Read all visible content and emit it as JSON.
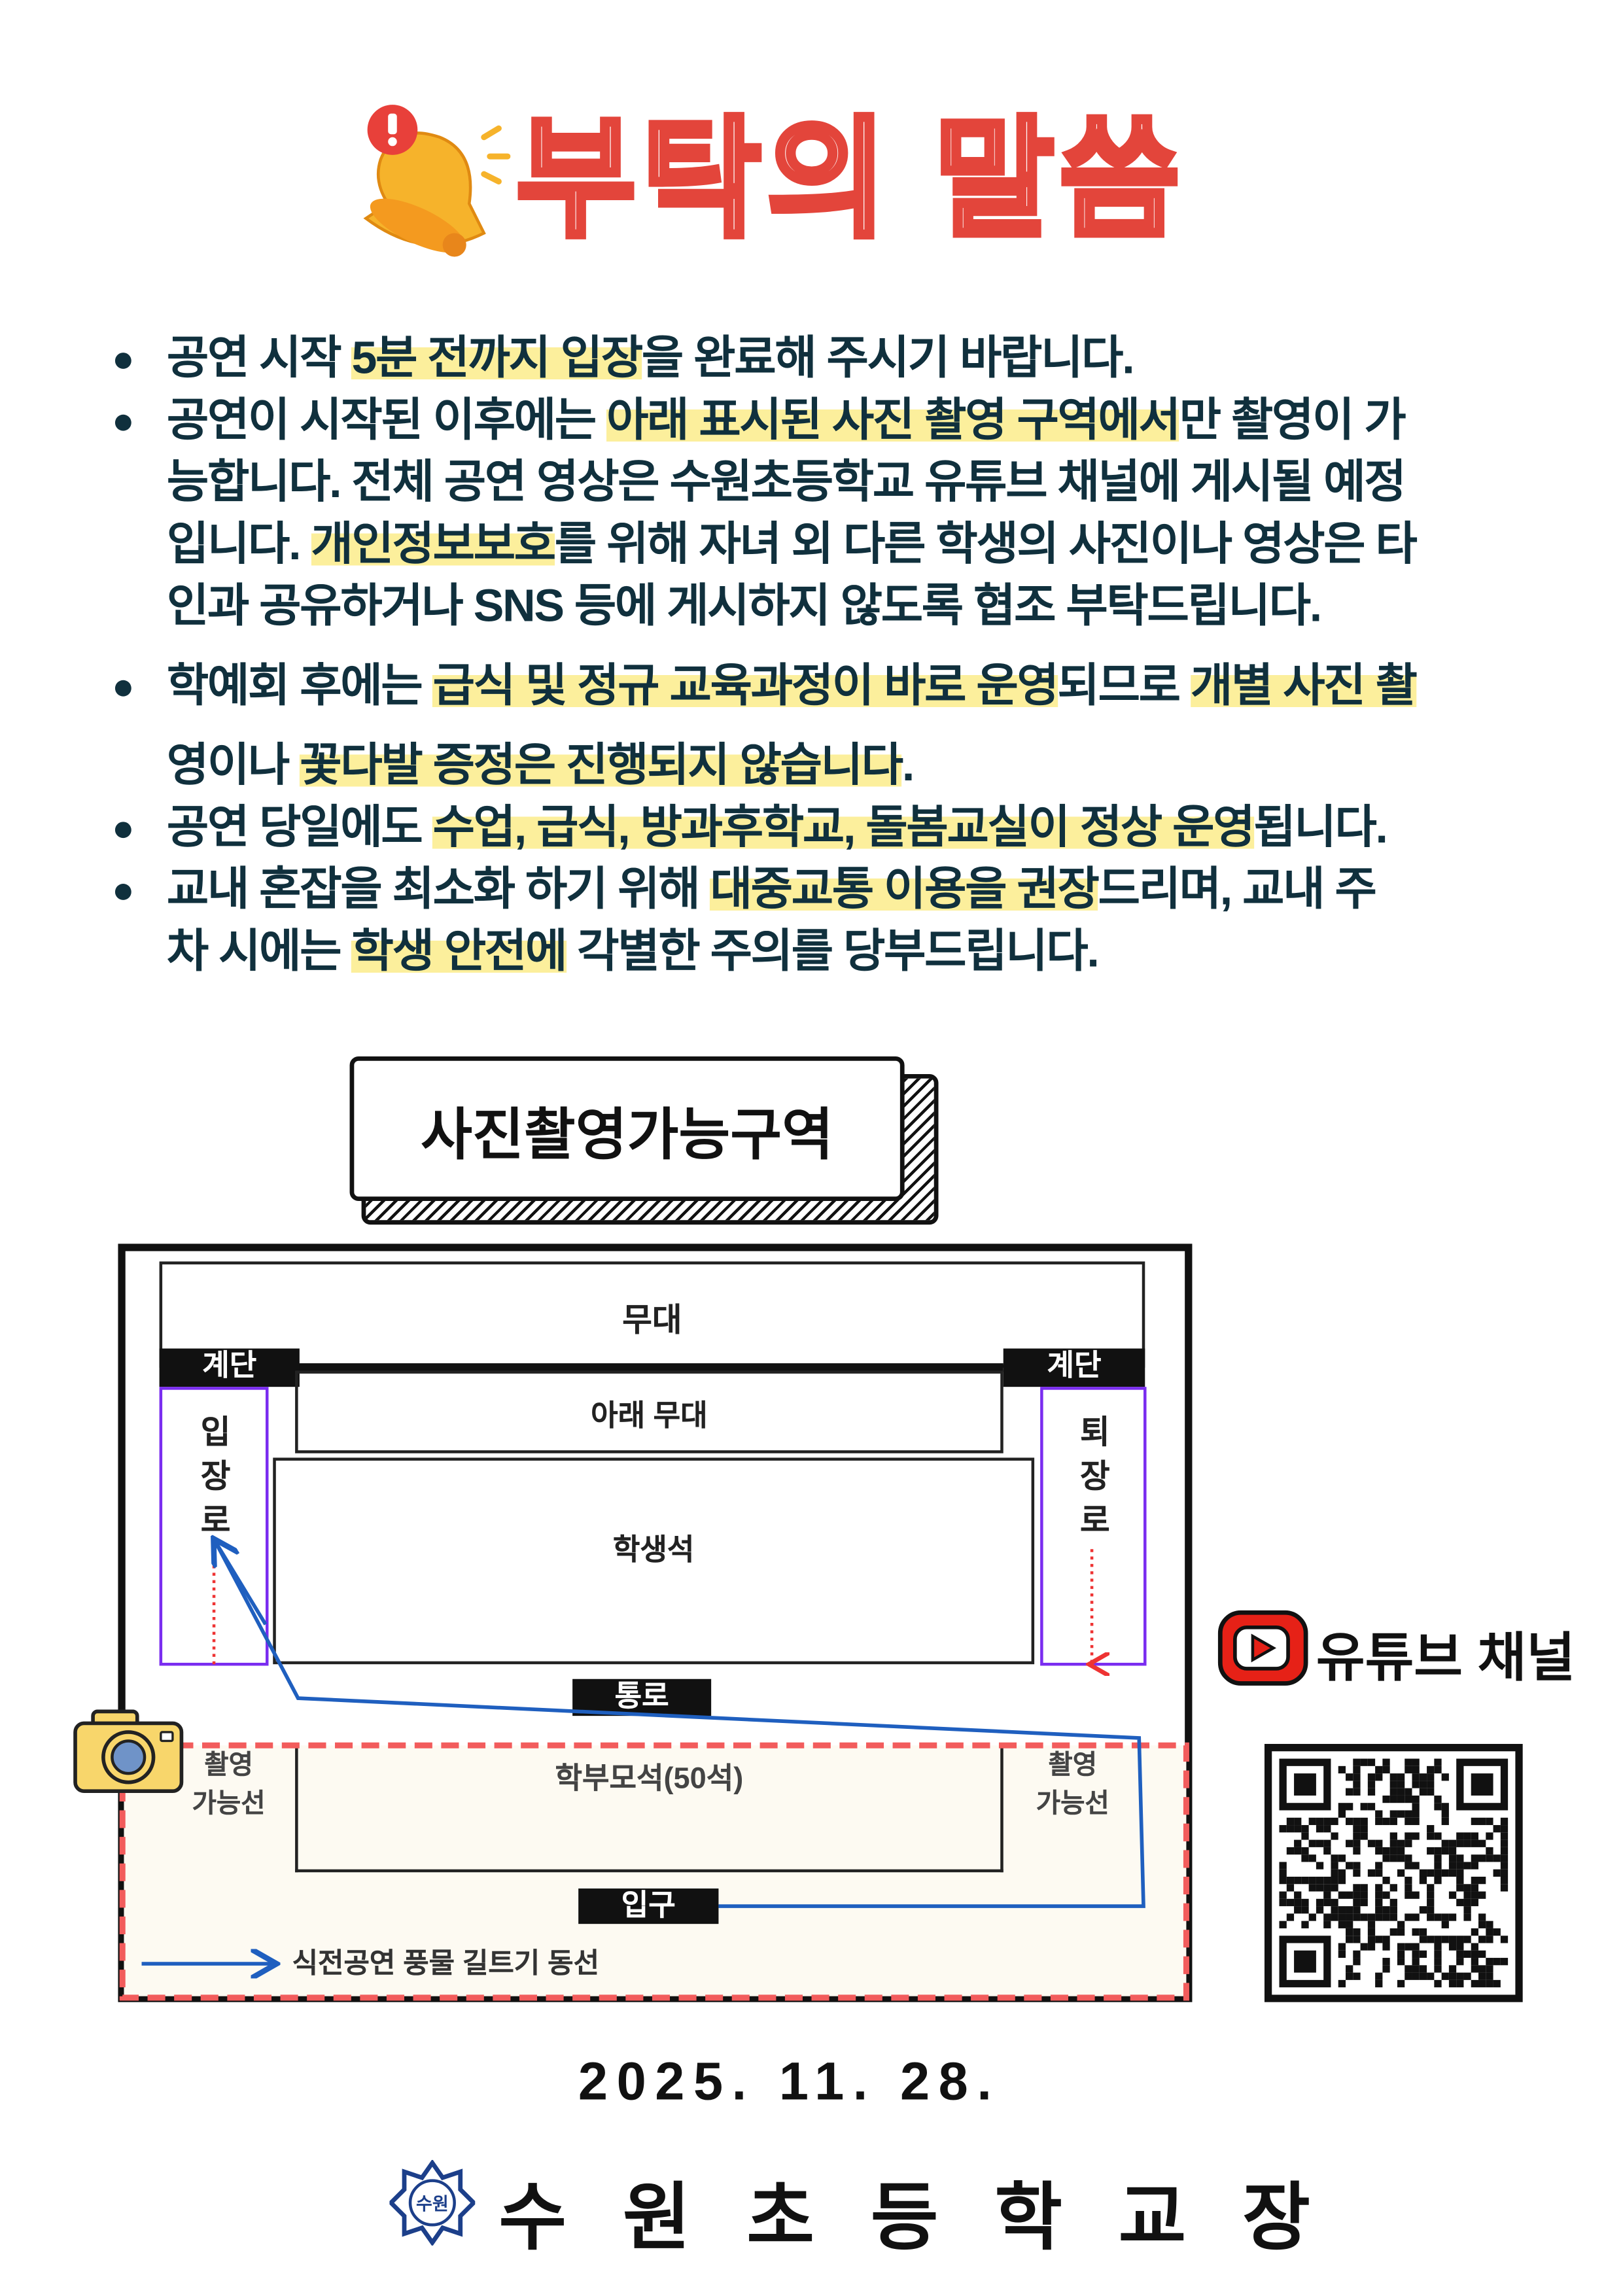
{
  "title": "부탁의 말씀",
  "bullets": [
    {
      "lines": [
        [
          {
            "t": "공연 시작 "
          },
          {
            "t": "5분 전까지 입장",
            "hl": true
          },
          {
            "t": "을 완료해 주시기 바랍니다."
          }
        ]
      ]
    },
    {
      "lines": [
        [
          {
            "t": "공연이 시작된 이후에는 "
          },
          {
            "t": "아래  표시된 사진 촬영 구역에서",
            "hl": true
          },
          {
            "t": "만 촬영이 가"
          }
        ],
        [
          {
            "t": "능합니다. 전체 공연 영상은 수원초등학교 유튜브 채널에 게시될 예정"
          }
        ],
        [
          {
            "t": "입니다. "
          },
          {
            "t": "개인정보보호",
            "hl": true
          },
          {
            "t": "를 위해 자녀 외 다른 학생의 사진이나 영상은 타"
          }
        ],
        [
          {
            "t": "인과 공유하거나  SNS 등에 게시하지 않도록 협조 부탁드립니다."
          }
        ]
      ]
    },
    {
      "lines": [
        [
          {
            "t": "학예회 후에는 "
          },
          {
            "t": "급식 및 정규 교육과정이 바로 운영",
            "hl": true
          },
          {
            "t": "되므로 "
          },
          {
            "t": "개별 사진 촬",
            "hl": true
          }
        ],
        [
          {
            "t": "영이나 "
          },
          {
            "t": "꽃다발 증정은 진행되지 않습니다",
            "hl": true
          },
          {
            "t": "."
          }
        ]
      ]
    },
    {
      "lines": [
        [
          {
            "t": "공연 당일에도 "
          },
          {
            "t": "수업, 급식, 방과후학교, 돌봄교실이 정상 운영",
            "hl": true
          },
          {
            "t": "됩니다."
          }
        ]
      ]
    },
    {
      "lines": [
        [
          {
            "t": " 교내 혼잡을 최소화 하기 위해 "
          },
          {
            "t": "대중교통 이용을 권장",
            "hl": true
          },
          {
            "t": "드리며, 교내 주"
          }
        ],
        [
          {
            "t": "차 시에는 "
          },
          {
            "t": "학생 안전에",
            "hl": true
          },
          {
            "t": " 각별한 주의를 당부드립니다."
          }
        ]
      ]
    }
  ],
  "zone_label": "사진촬영가능구역",
  "diagram": {
    "stage": "무대",
    "stairs_left": "계단",
    "stairs_right": "계단",
    "lower_stage": "아래 무대",
    "student_seats": "학생석",
    "entry_path": "입장로",
    "exit_path": "퇴장로",
    "aisle": "통로",
    "parent_seats": "학부모석(50석)",
    "photo_line_left": "촬영\n가능선",
    "photo_line_right": "촬영\n가능선",
    "entrance": "입구",
    "legend": "식전공연 풍물 길트기 동선"
  },
  "youtube": {
    "label": "유튜브 채널",
    "icon": "youtube-play-icon"
  },
  "date": "2025. 11. 28.",
  "school": "수원초등학교장",
  "emblem_text": "수원",
  "colors": {
    "title": "#e3453b",
    "highlight": "#fcef9c",
    "text": "#10303d",
    "photo_zone": "#f25c5c",
    "path_line": "#1f5fbf",
    "side_path": "#7a2cf0"
  }
}
